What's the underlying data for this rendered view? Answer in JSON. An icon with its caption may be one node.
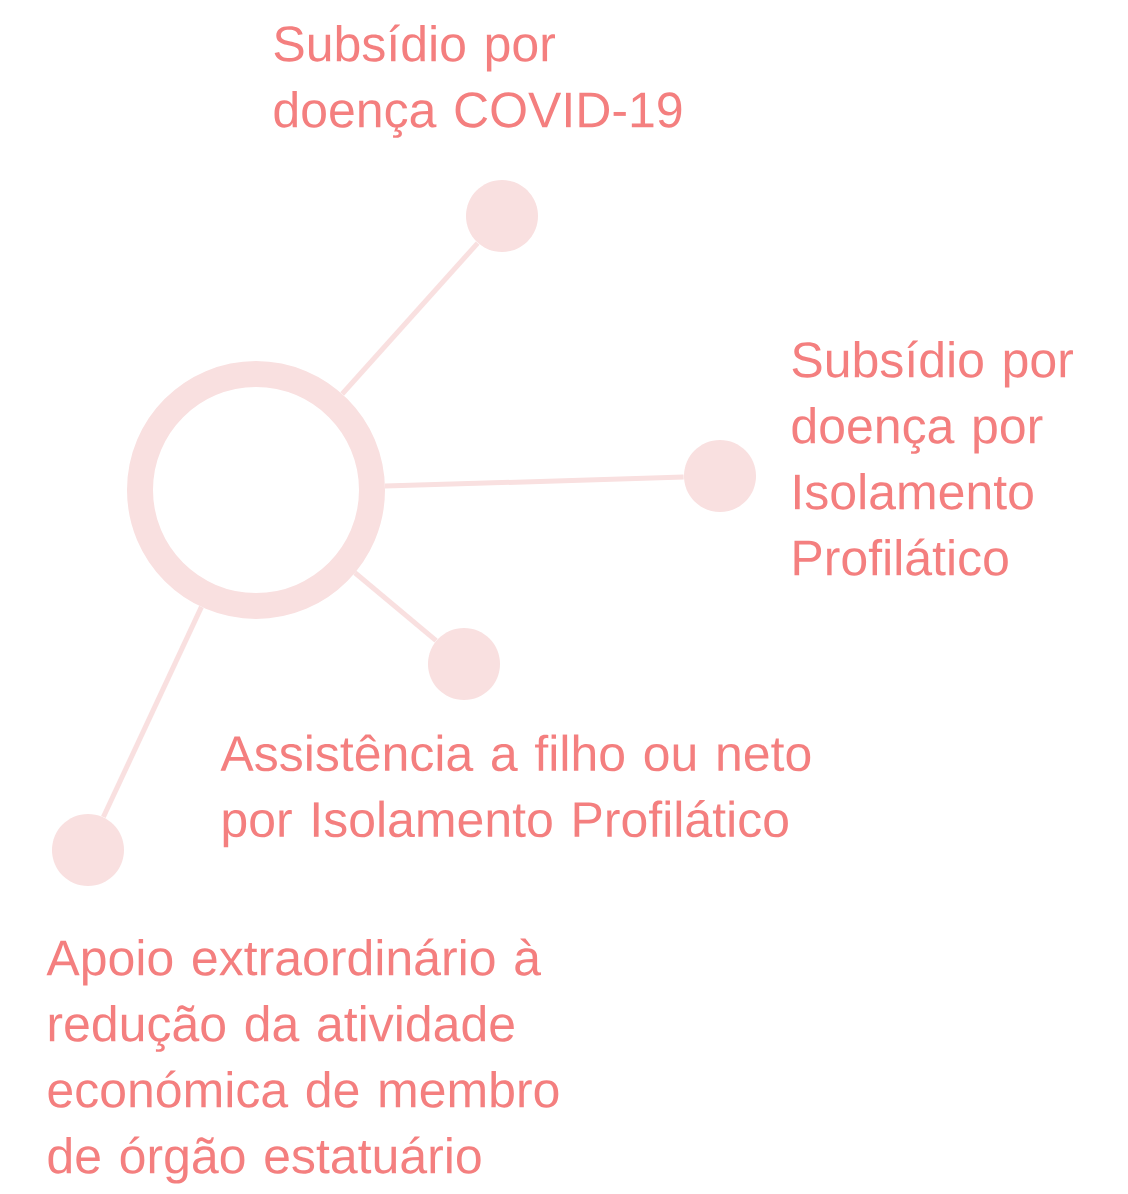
{
  "diagram": {
    "nodes": [
      {
        "text": [],
        "shape": "circle"
      },
      {
        "text": [],
        "shape": "circle",
        "beside": [
          "Subsídio por doença COVID-19"
        ]
      },
      {
        "text": [],
        "shape": "circle",
        "beside": [
          "Subsídio por doença por Isolamento Profilático"
        ]
      },
      {
        "text": [],
        "shape": "circle",
        "beside": [
          "Assistência a filho ou neto por Isolamento Profilático"
        ]
      },
      {
        "text": [],
        "shape": "circle",
        "beside": [
          "Apoio extraordinário à redução da atividade económica de membro de órgão estatuário"
        ]
      }
    ],
    "edges": [
      {
        "from": 0,
        "to": 1,
        "arrow": "none"
      },
      {
        "from": 0,
        "to": 2,
        "arrow": "none"
      },
      {
        "from": 0,
        "to": 3,
        "arrow": "none"
      },
      {
        "from": 0,
        "to": 4,
        "arrow": "none"
      }
    ]
  }
}
